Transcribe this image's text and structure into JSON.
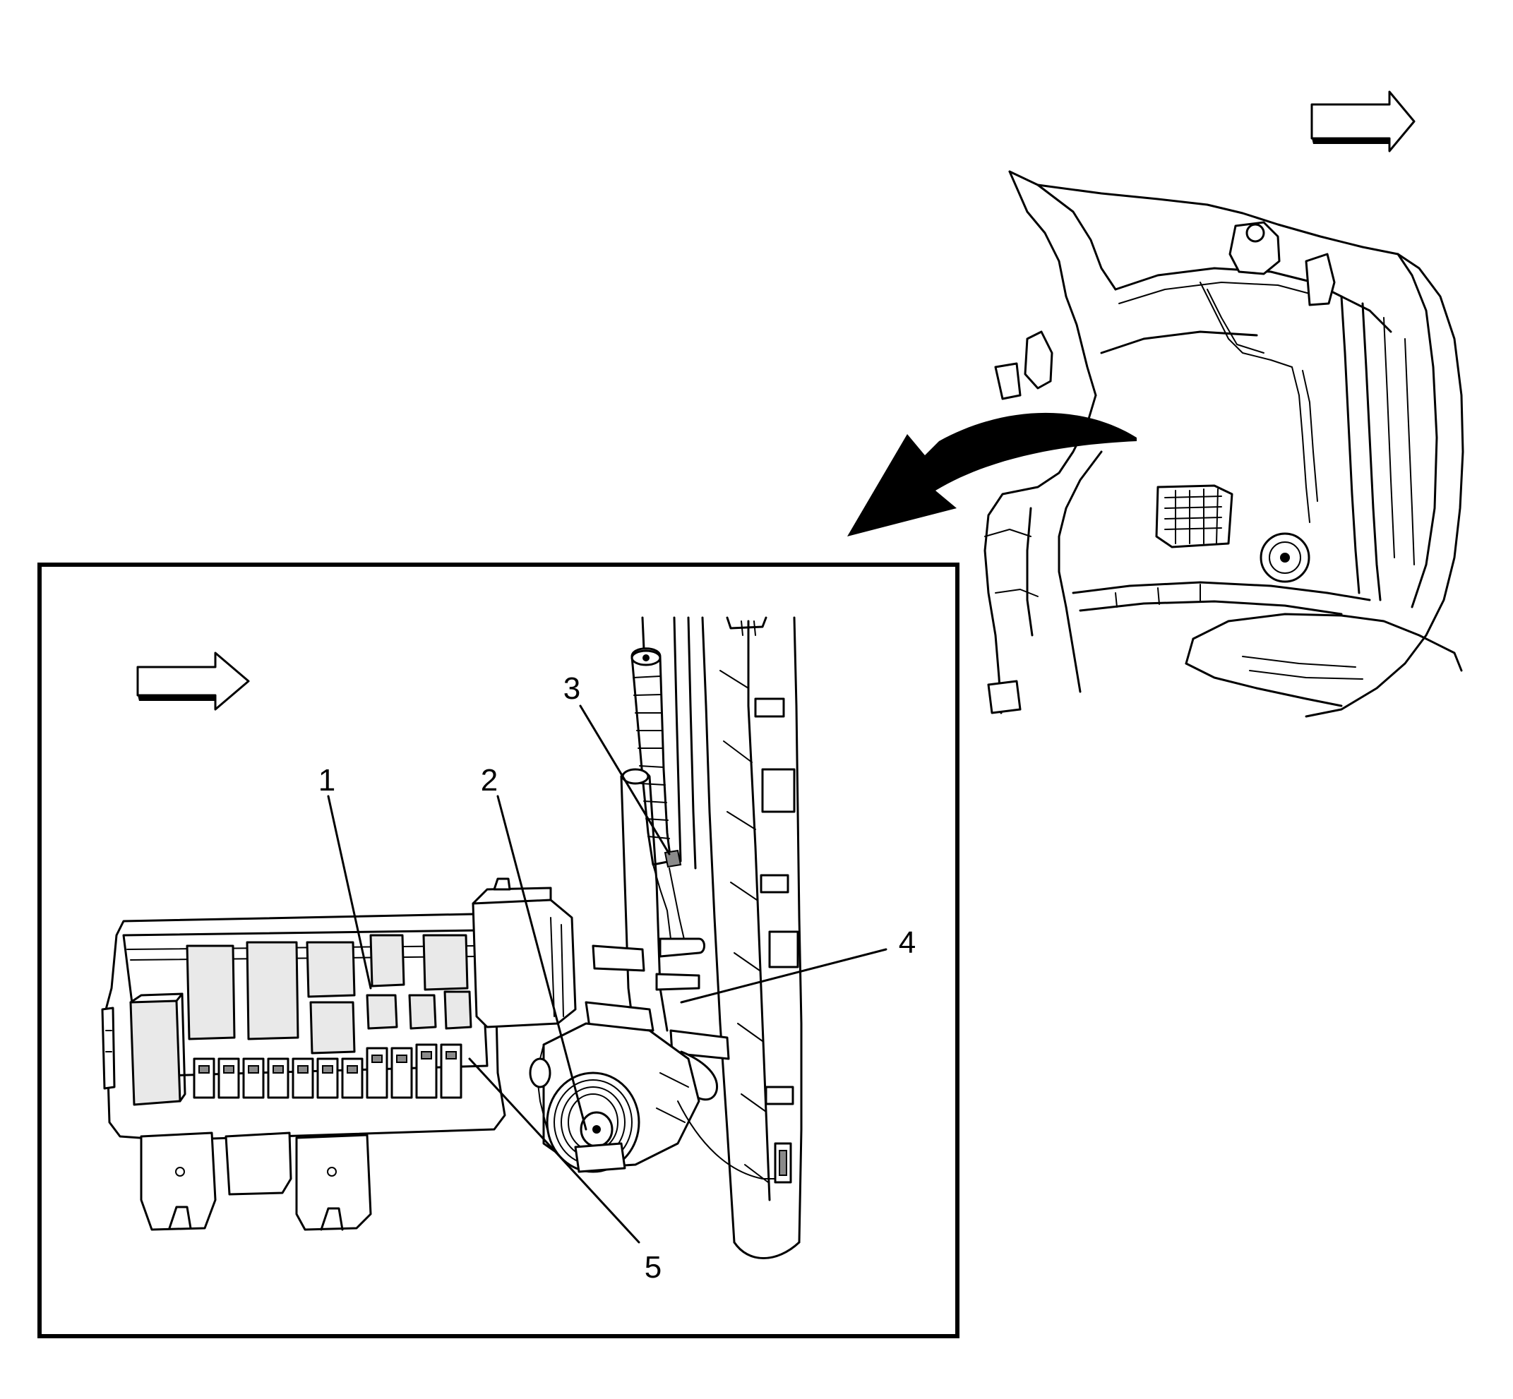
{
  "callouts": [
    {
      "id": "1",
      "label": "1"
    },
    {
      "id": "2",
      "label": "2"
    },
    {
      "id": "3",
      "label": "3"
    },
    {
      "id": "4",
      "label": "4"
    },
    {
      "id": "5",
      "label": "5"
    }
  ],
  "icons": {
    "forward_arrow_overview": "forward-arrow-icon",
    "forward_arrow_detail": "forward-arrow-icon",
    "zoom_arrow": "curved-zoom-arrow-icon"
  },
  "colors": {
    "line": "#000000",
    "background": "#ffffff"
  }
}
